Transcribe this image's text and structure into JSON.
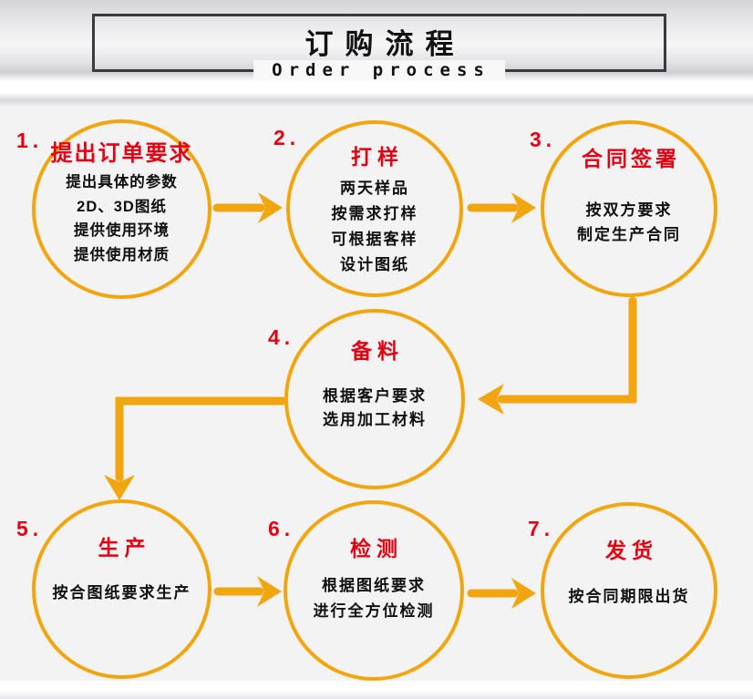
{
  "header": {
    "title": "订购流程",
    "subtitle": "Order process"
  },
  "colors": {
    "accent_gold": "#F1A60F",
    "accent_red": "#E30012",
    "box_border": "#3A3A3E",
    "text_dark": "#101010"
  },
  "steps": [
    {
      "number": "1.",
      "title": "提出订单要求",
      "lines": [
        "提出具体的参数",
        "2D、3D图纸",
        "提供使用环境",
        "提供使用材质"
      ]
    },
    {
      "number": "2.",
      "title": "打样",
      "lines": [
        "两天样品",
        "按需求打样",
        "可根据客样",
        "设计图纸"
      ]
    },
    {
      "number": "3.",
      "title": "合同签署",
      "lines": [
        "按双方要求",
        "制定生产合同"
      ]
    },
    {
      "number": "4.",
      "title": "备料",
      "lines": [
        "根据客户要求",
        "选用加工材料"
      ]
    },
    {
      "number": "5.",
      "title": "生产",
      "lines": [
        "按合图纸要求生产"
      ]
    },
    {
      "number": "6.",
      "title": "检测",
      "lines": [
        "根据图纸要求",
        "进行全方位检测"
      ]
    },
    {
      "number": "7.",
      "title": "发货",
      "lines": [
        "按合同期限出货"
      ]
    }
  ],
  "flow": {
    "connections": [
      "step1→step2",
      "step2→step3",
      "step3→step4",
      "step4→step5",
      "step5→step6",
      "step6→step7"
    ]
  }
}
